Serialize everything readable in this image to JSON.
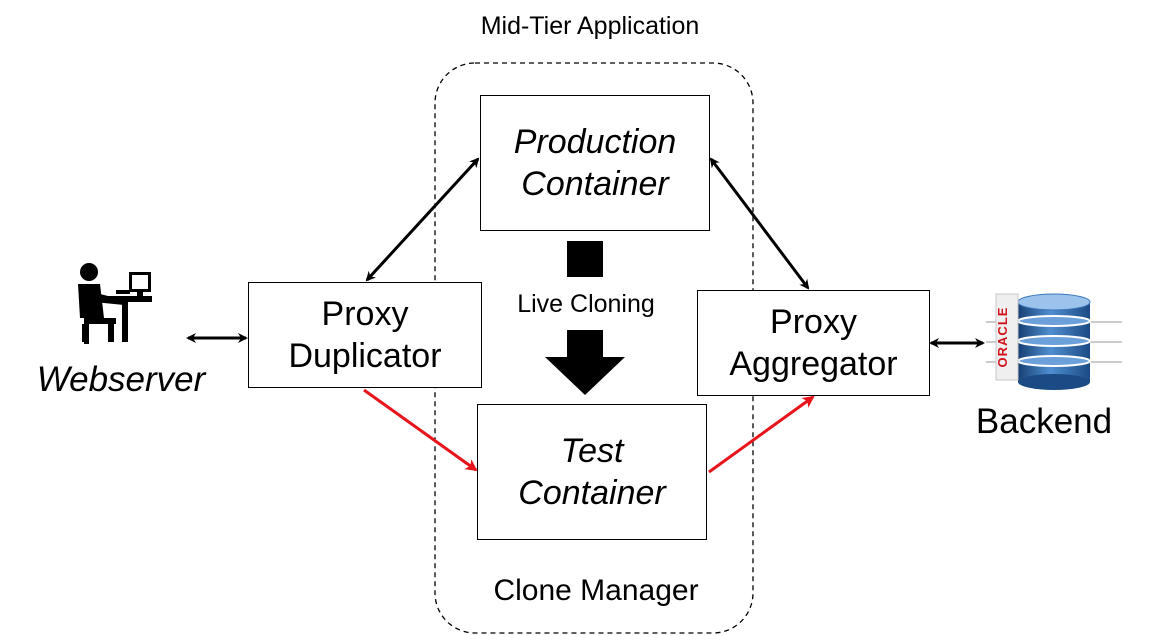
{
  "region": {
    "title": "Mid-Tier Application",
    "footer": "Clone Manager"
  },
  "nodes": {
    "production": {
      "line1": "Production",
      "line2": "Container"
    },
    "test": {
      "line1": "Test",
      "line2": "Container"
    },
    "duplicator": {
      "line1": "Proxy",
      "line2": "Duplicator"
    },
    "aggregator": {
      "line1": "Proxy",
      "line2": "Aggregator"
    }
  },
  "live_cloning": {
    "label": "Live Cloning"
  },
  "webserver": {
    "label": "Webserver",
    "icon": "user-at-computer-icon"
  },
  "backend": {
    "label": "Backend",
    "icon": "database-icon",
    "logo_text": "ORACLE"
  },
  "colors": {
    "line": "#000000",
    "test_traffic": "#e8141b",
    "db_blue": "#2f6fb5"
  }
}
